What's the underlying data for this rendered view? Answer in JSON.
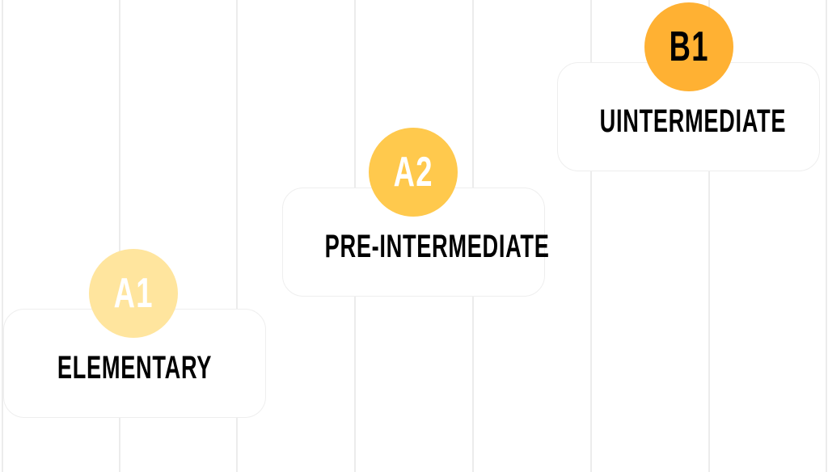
{
  "levels": [
    {
      "code": "A1",
      "name": "ELEMENTARY",
      "color": "#FFE59E",
      "code_color": "#FFFFFF"
    },
    {
      "code": "A2",
      "name": "PRE-INTERMEDIATE",
      "color": "#FFC94D",
      "code_color": "#FFFFFF"
    },
    {
      "code": "B1",
      "name": "UINTERMEDIATE",
      "color": "#FFB133",
      "code_color": "#000000"
    }
  ]
}
